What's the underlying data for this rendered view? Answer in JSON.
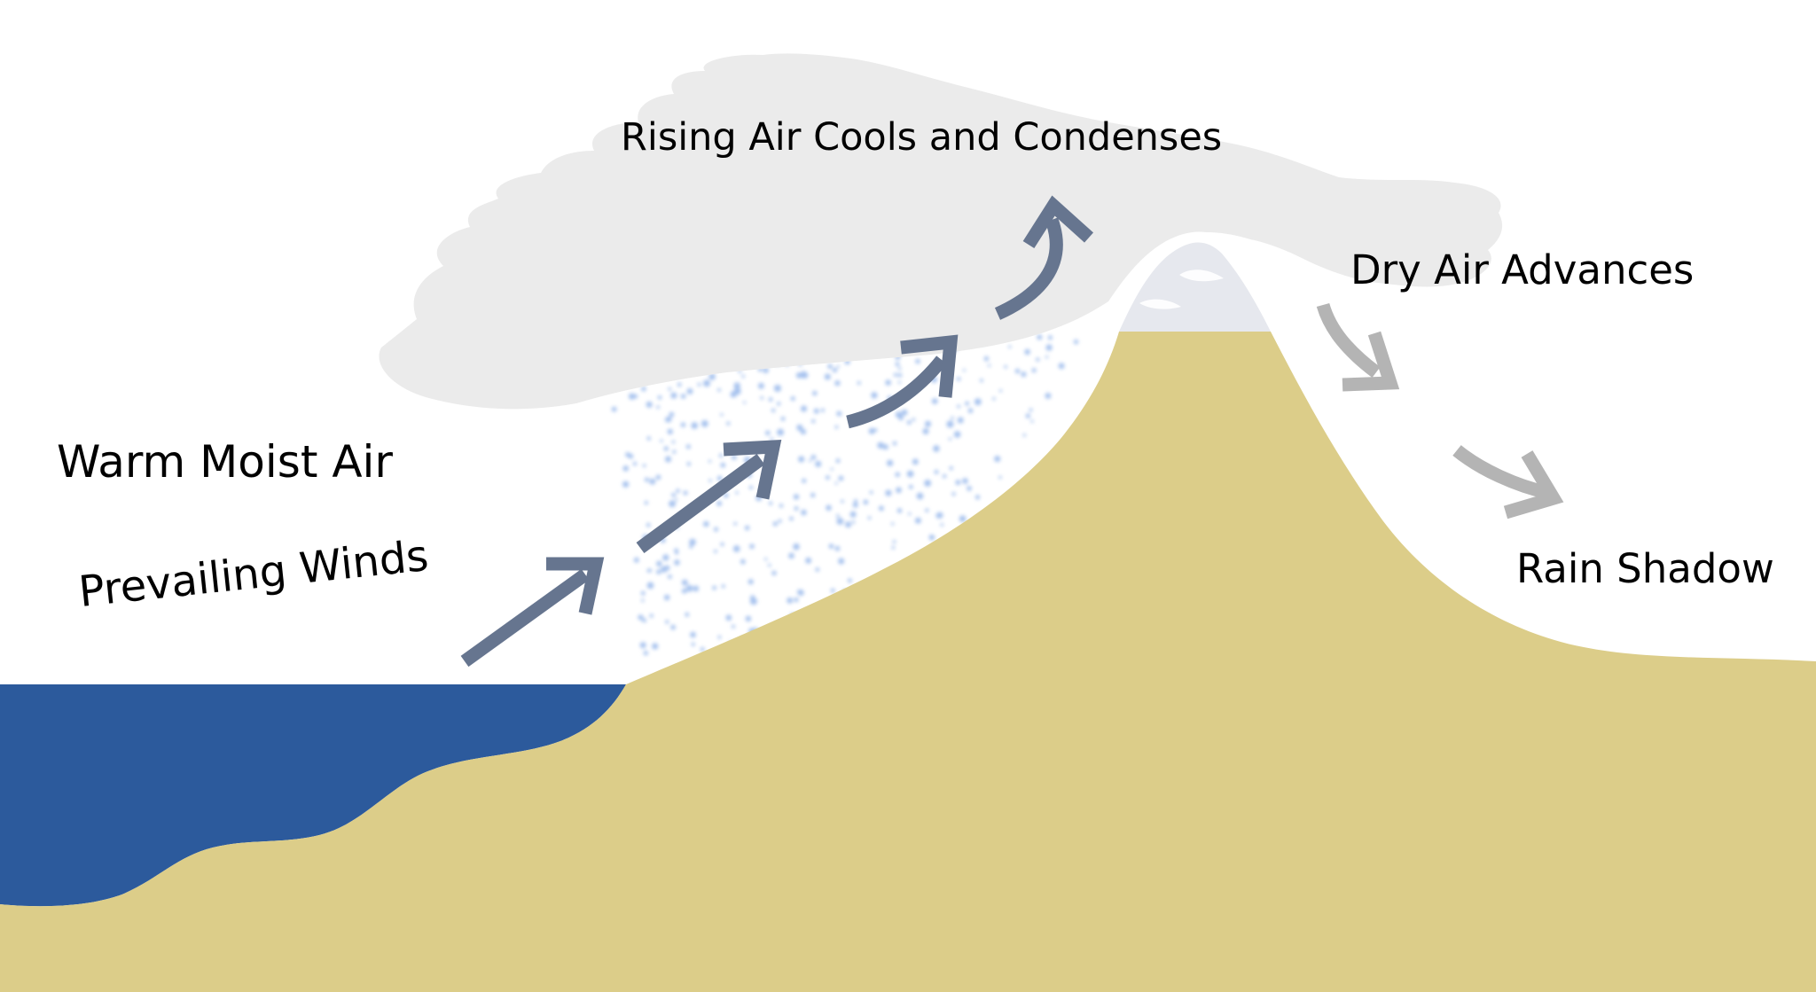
{
  "diagram": {
    "labels": {
      "rising": "Rising Air Cools and Condenses",
      "dry": "Dry Air Advances",
      "warm": "Warm Moist Air",
      "winds": "Prevailing Winds",
      "shadow": "Rain Shadow"
    },
    "colors": {
      "ocean": "#2c5a9c",
      "land": "#dccd89",
      "cloud": "#ebebeb",
      "moist_arrow": "#66758f",
      "dry_arrow": "#b4b4b4",
      "rain": "#5b8fe0",
      "snow_cap": "#e6e8ee"
    }
  }
}
